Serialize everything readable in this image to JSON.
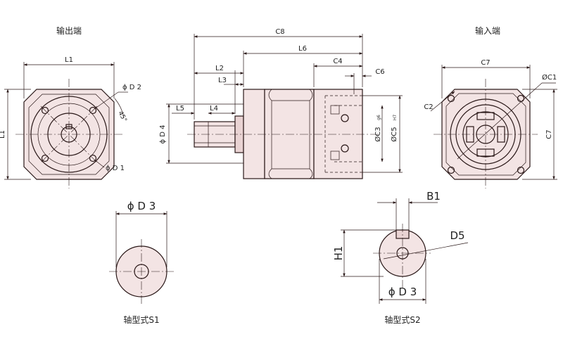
{
  "views": {
    "output_end": {
      "title": "输出端",
      "labels": {
        "l1_top": "L1",
        "l1_side": "L1",
        "d2": "ϕ D 2",
        "d1": "ϕ D 1",
        "angle": "45°"
      }
    },
    "side": {
      "labels": {
        "c8": "C8",
        "l6": "L6",
        "l2": "L2",
        "l3": "L3",
        "c4": "C4",
        "c6": "C6",
        "l5": "L5",
        "l4": "L4",
        "d4": "ϕ D 4",
        "c3": "ØC3",
        "c3_tol": "g6",
        "c5": "ØC5",
        "c5_tol": "H7"
      }
    },
    "input_end": {
      "title": "输入端",
      "labels": {
        "c7_top": "C7",
        "c7_side": "C7",
        "c1": "ØC1",
        "c2": "C2"
      }
    },
    "shaft_s1": {
      "caption": "轴型式S1",
      "labels": {
        "d3": "ϕ D 3"
      }
    },
    "shaft_s2": {
      "caption": "轴型式S2",
      "labels": {
        "b1": "B1",
        "h1": "H1",
        "d5": "D5",
        "d3": "ϕ D 3"
      }
    }
  }
}
